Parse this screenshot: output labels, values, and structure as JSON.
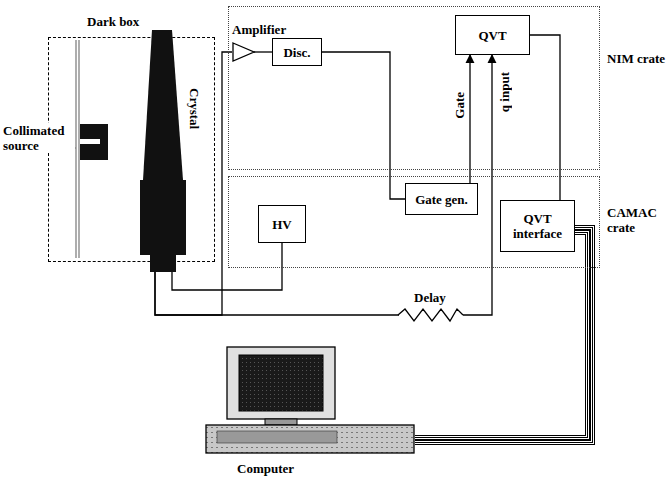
{
  "diagram": {
    "nodes": [
      {
        "text": [
          "Dark box"
        ]
      },
      {
        "text": [
          "Crystal"
        ],
        "in": 0
      },
      {
        "text": [
          "NIM crate"
        ]
      },
      {
        "text": [
          "Amplifier"
        ],
        "in": 2
      },
      {
        "text": [
          "Disc."
        ],
        "in": 2
      },
      {
        "text": [
          "QVT"
        ],
        "in": 2
      },
      {
        "text": [
          "CAMAC crate"
        ]
      },
      {
        "text": [
          "HV"
        ],
        "in": 6
      },
      {
        "text": [
          "Gate gen."
        ],
        "in": 6
      },
      {
        "text": [
          "QVT interface"
        ],
        "in": 6
      },
      {
        "text": [
          "Computer"
        ]
      }
    ],
    "edges": [
      {
        "from": 1,
        "to": 3,
        "arrow": "none"
      },
      {
        "from": 3,
        "to": 4,
        "arrow": "none"
      },
      {
        "from": 4,
        "to": 8,
        "arrow": "none"
      },
      {
        "from": 8,
        "to": 5,
        "label": "Gate",
        "arrow": "to"
      },
      {
        "from": 1,
        "to": 5,
        "label": "q input",
        "arrow": "to"
      },
      {
        "from": 7,
        "to": 1,
        "arrow": "none"
      },
      {
        "from": 5,
        "to": 9,
        "arrow": "none"
      },
      {
        "from": 9,
        "to": 10,
        "arrow": "none"
      }
    ],
    "labels": [
      "Collimated source",
      "Delay"
    ]
  }
}
